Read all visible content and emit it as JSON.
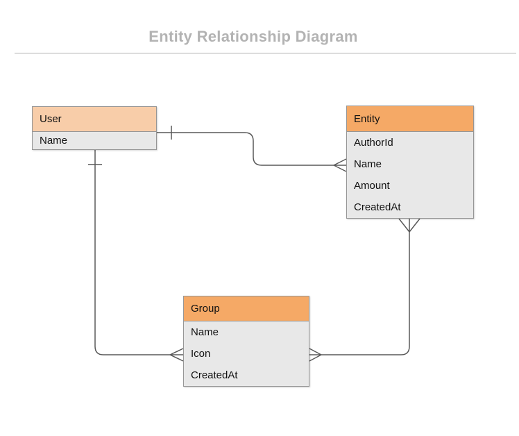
{
  "title": "Entity Relationship Diagram",
  "colors": {
    "title_text": "#b3b3b3",
    "user_header_fill": "#f8cda9",
    "entity_header_fill": "#f5a966",
    "group_header_fill": "#f5a966",
    "alt_row_fill": "#e8e8e8",
    "table_border": "#969696",
    "connector_stroke": "#595959"
  },
  "tables": {
    "user": {
      "name": "User",
      "rows": [
        "Name"
      ]
    },
    "entity": {
      "name": "Entity",
      "rows": [
        "AuthorId",
        "Name",
        "Amount",
        "CreatedAt"
      ]
    },
    "group": {
      "name": "Group",
      "rows": [
        "Name",
        "Icon",
        "CreatedAt"
      ]
    }
  },
  "relationships": [
    {
      "from": "User",
      "to": "Entity",
      "from_marker": "one-tick",
      "to_marker": "crow-foot-many",
      "to_anchor_field": "Name"
    },
    {
      "from": "User",
      "to": "Group",
      "from_marker": "one-tick",
      "to_marker": "crow-foot-many",
      "to_anchor_field": "Icon"
    },
    {
      "from": "Entity",
      "to": "Group",
      "from_marker": "crow-foot-many",
      "to_marker": "crow-foot-many",
      "to_anchor_field": "Icon"
    }
  ]
}
